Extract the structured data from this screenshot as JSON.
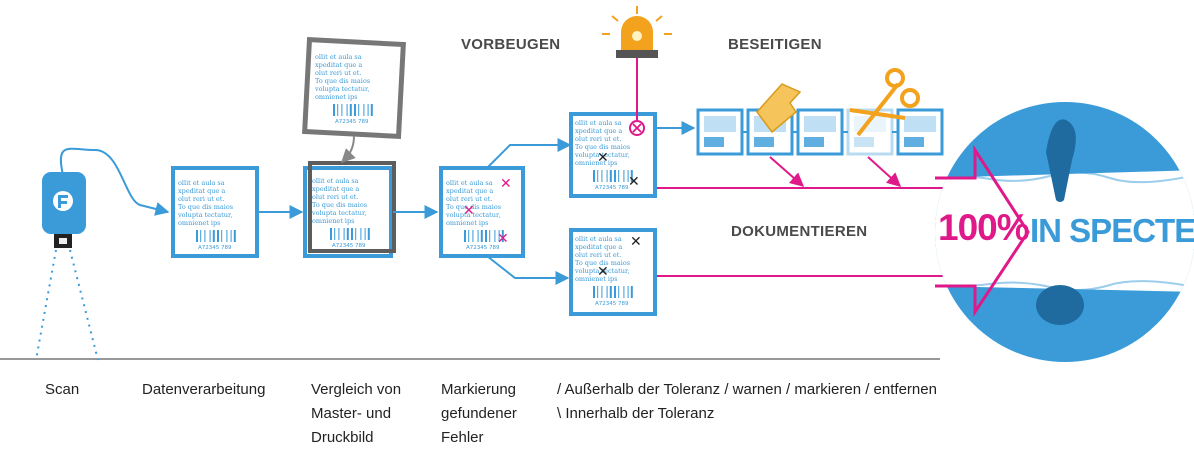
{
  "headers": {
    "prevent": "VORBEUGEN",
    "eliminate": "BESEITIGEN",
    "document": "DOKUMENTIEREN"
  },
  "stamp": {
    "percent": "100%",
    "inspected": "IN SPECTED"
  },
  "captions": {
    "scan": "Scan",
    "data": "Datenverarbeitung",
    "compare": "Vergleich von\nMaster- und\nDruckbild",
    "mark": "Markierung\ngefundener\nFehler"
  },
  "legend": {
    "out": "/  Außerhalb der Toleranz / warnen / markieren / entfernen",
    "in": "\\  Innerhalb der Toleranz"
  },
  "document_text": {
    "lines": [
      "ollit et aula sa",
      "xpeditat que a",
      "olut reri ut et.",
      "To que dis maios",
      "volupta tectatur,",
      "omnienet ips"
    ],
    "code": "A72345  789"
  },
  "colors": {
    "blue": "#3a9bd8",
    "magenta": "#e0198a",
    "grey": "#5d5d5d",
    "light_blue": "#bfe0f4",
    "gold": "#f5c55c"
  }
}
